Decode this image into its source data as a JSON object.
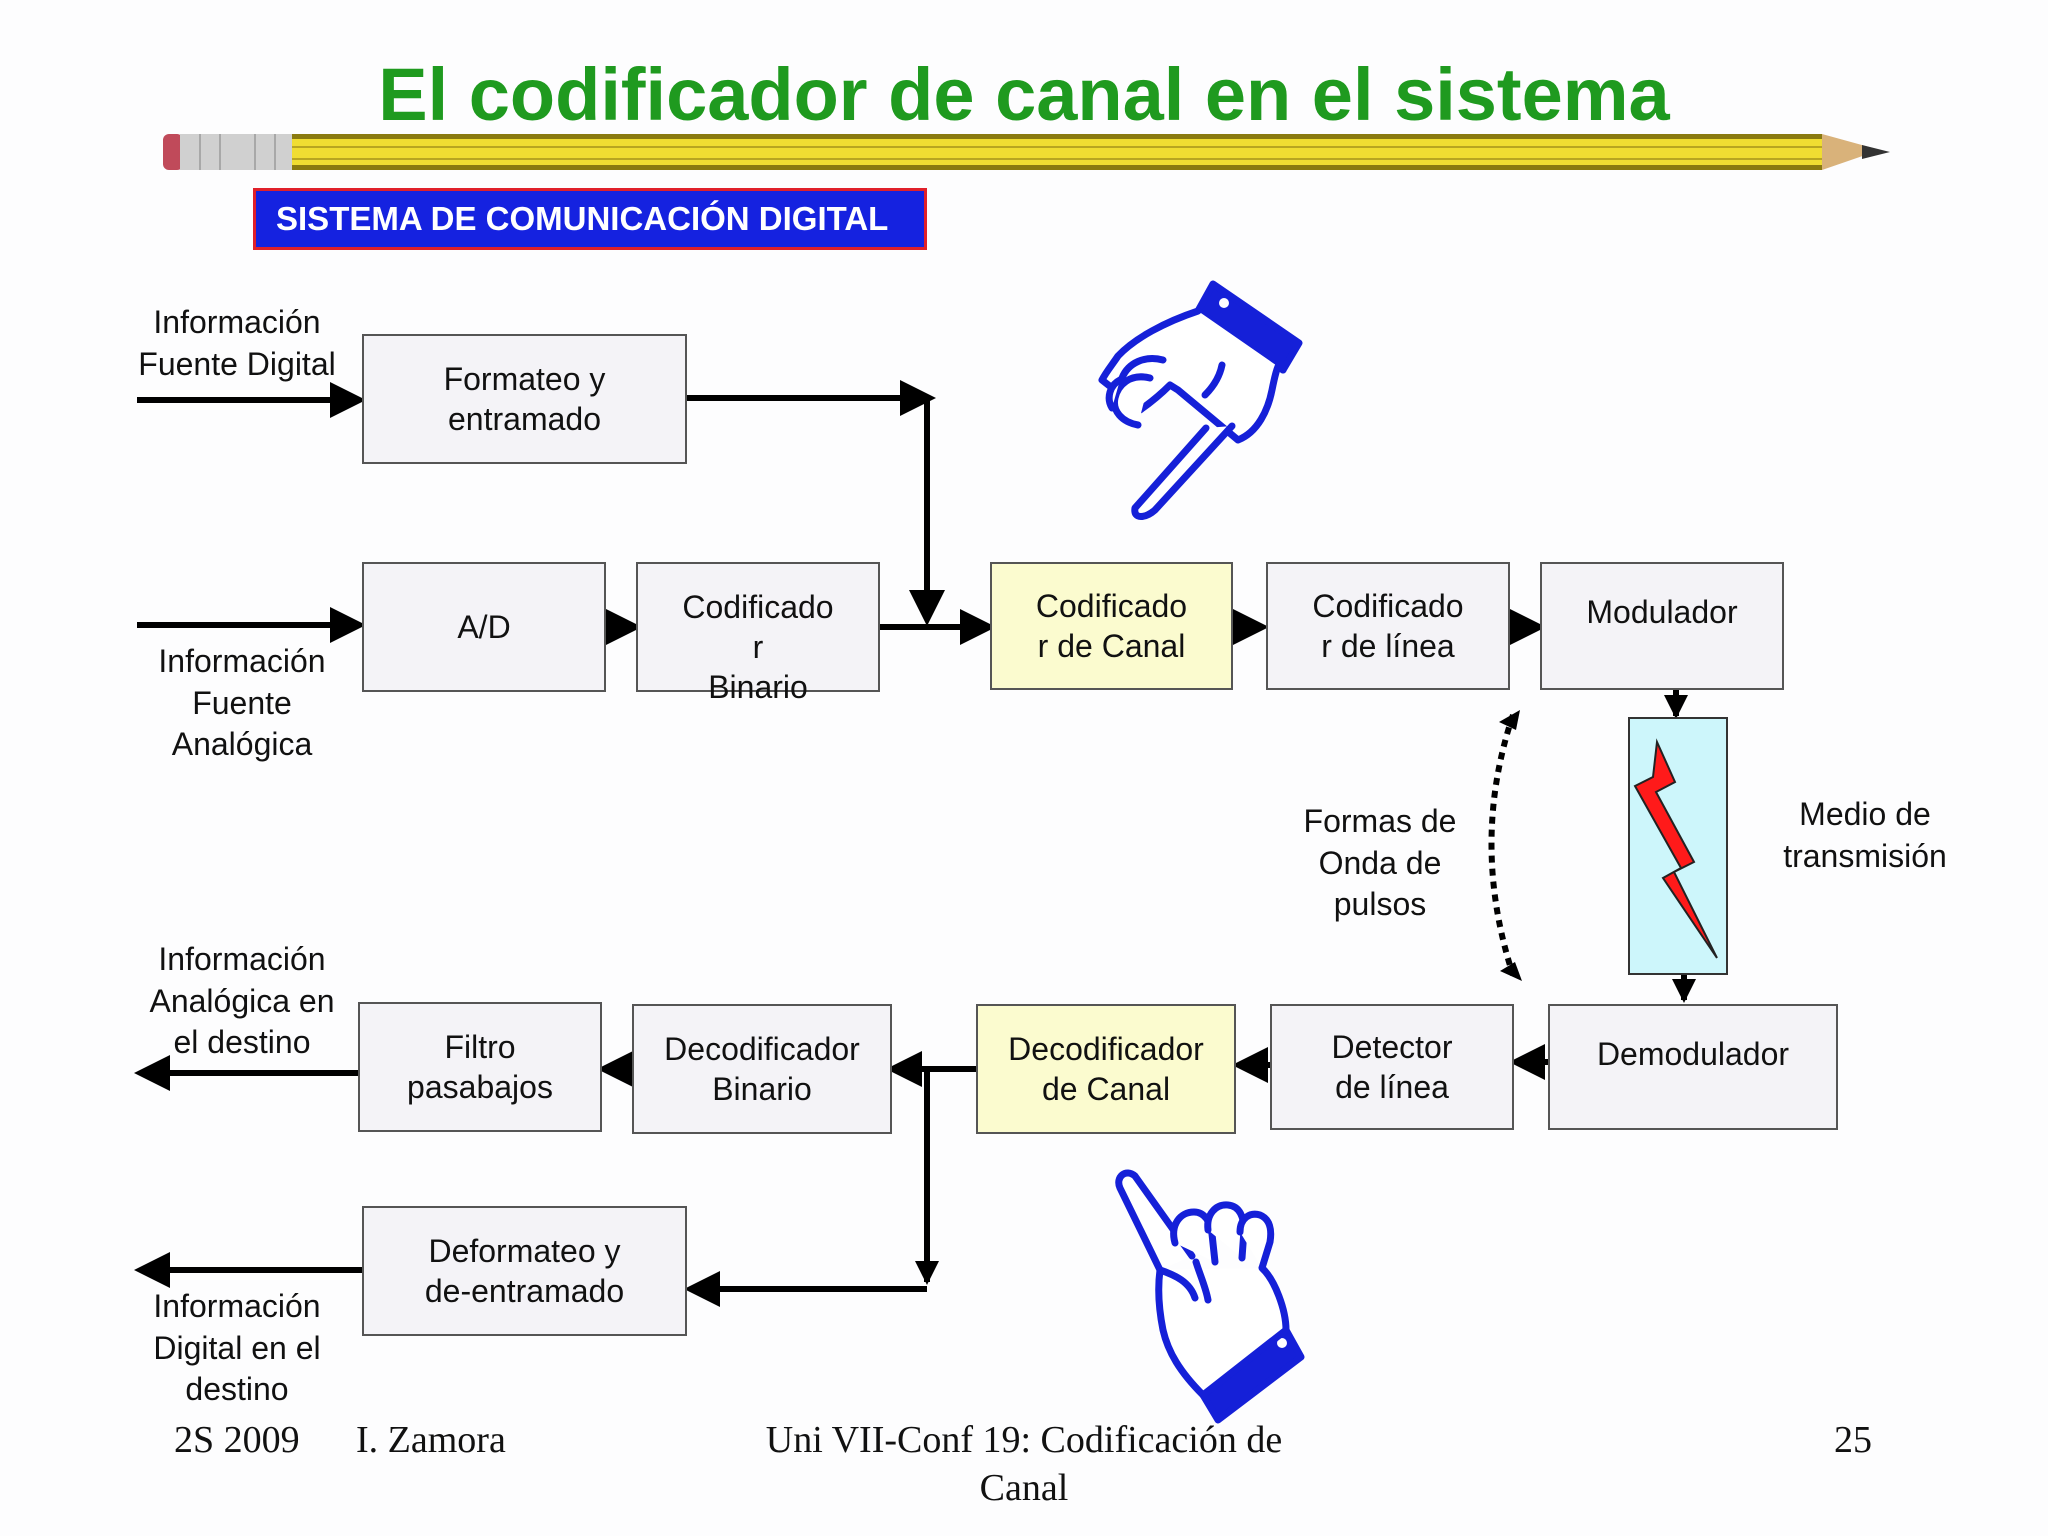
{
  "slide": {
    "title": "El codificador de canal en el sistema",
    "banner": "SISTEMA DE COMUNICACIÓN DIGITAL"
  },
  "blocks": {
    "formateo": "Formateo  y\nentramado",
    "ad": "A/D",
    "cod_binario": "Codificado\nr\nBinario",
    "cod_canal": "Codificado\nr de Canal",
    "cod_linea": "Codificado\nr de línea",
    "modulador": "Modulador",
    "demodulador": "Demodulador",
    "detector": "Detector\nde línea",
    "decod_canal": "Decodificador\nde Canal",
    "decod_binario": "Decodificador\nBinario",
    "filtro": "Filtro\npasabajos",
    "deformateo": "Deformateo  y\nde-entramado"
  },
  "labels": {
    "info_digital_in": "Información\nFuente Digital",
    "info_analog_in": "Información\nFuente\nAnalógica",
    "info_analog_out": "Información\nAnalógica en\nel destino",
    "info_digital_out": "Información\nDigital en el\ndestino",
    "formas_onda": "Formas de\nOnda de\npulsos",
    "medio": "Medio de\ntransmisión"
  },
  "footer": {
    "semester": "2S 2009",
    "author": "I. Zamora",
    "course_line1": "Uni VII-Conf 19: Codificación de",
    "course_line2": "Canal",
    "page": "25"
  },
  "colors": {
    "title": "#1f9a1f",
    "banner_bg": "#1522e0",
    "banner_border": "#e0202a",
    "highlight_box": "#fbfbcf",
    "hand": "#1520d8",
    "channel_bg": "#cdf6fb",
    "lightning": "#ff1a1a"
  },
  "icons": [
    "pencil-icon",
    "pointing-hand-icon",
    "lightning-icon"
  ]
}
